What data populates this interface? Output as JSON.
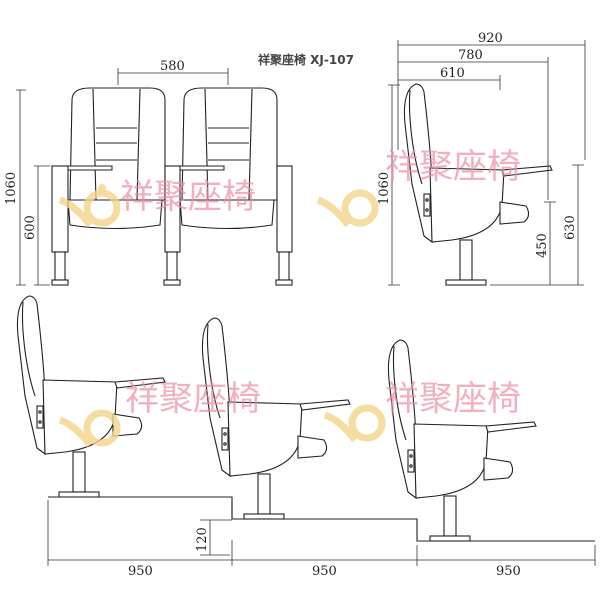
{
  "title": "祥聚座椅 XJ-107",
  "watermark": {
    "text": "祥聚座椅",
    "logo_text": "XJ",
    "text_color": "#ec8aa3",
    "logo_color": "#f3d58a"
  },
  "front_view": {
    "width_label": "580",
    "height_label": "1060",
    "seat_height_label": "600"
  },
  "side_view": {
    "depth_labels": [
      "920",
      "780",
      "610"
    ],
    "height_label": "1060",
    "seat_label": "450",
    "tablet_label": "630"
  },
  "tiered_view": {
    "step_label": "120",
    "row_spacing_labels": [
      "950",
      "950",
      "950"
    ]
  }
}
